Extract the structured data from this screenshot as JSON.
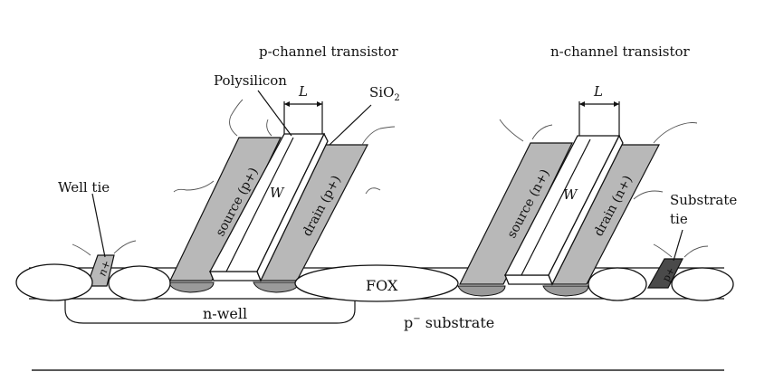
{
  "labels": {
    "p_channel_transistor": "p-channel transistor",
    "n_channel_transistor": "n-channel transistor",
    "polysilicon": "Polysilicon",
    "sio2_base": "SiO",
    "sio2_sub": "2",
    "length_p": "L",
    "length_n": "L",
    "width_p": "W",
    "width_n": "W",
    "well_tie": "Well tie",
    "substrate_tie_line1": "Substrate",
    "substrate_tie_line2": "tie",
    "source_p": "source (p+)",
    "drain_p": "drain (p+)",
    "source_n": "source (n+)",
    "drain_n": "drain (n+)",
    "well_tie_doping": "n+",
    "substrate_tie_doping": "p+",
    "fox": "FOX",
    "n_well": "n-well",
    "p_substrate_prefix": "p",
    "p_substrate_sup": "−",
    "p_substrate_suffix": " substrate"
  },
  "colors": {
    "diffusion": "#b8b8b8",
    "substrate_tie": "#4a4a4a",
    "ink": "#111111"
  }
}
